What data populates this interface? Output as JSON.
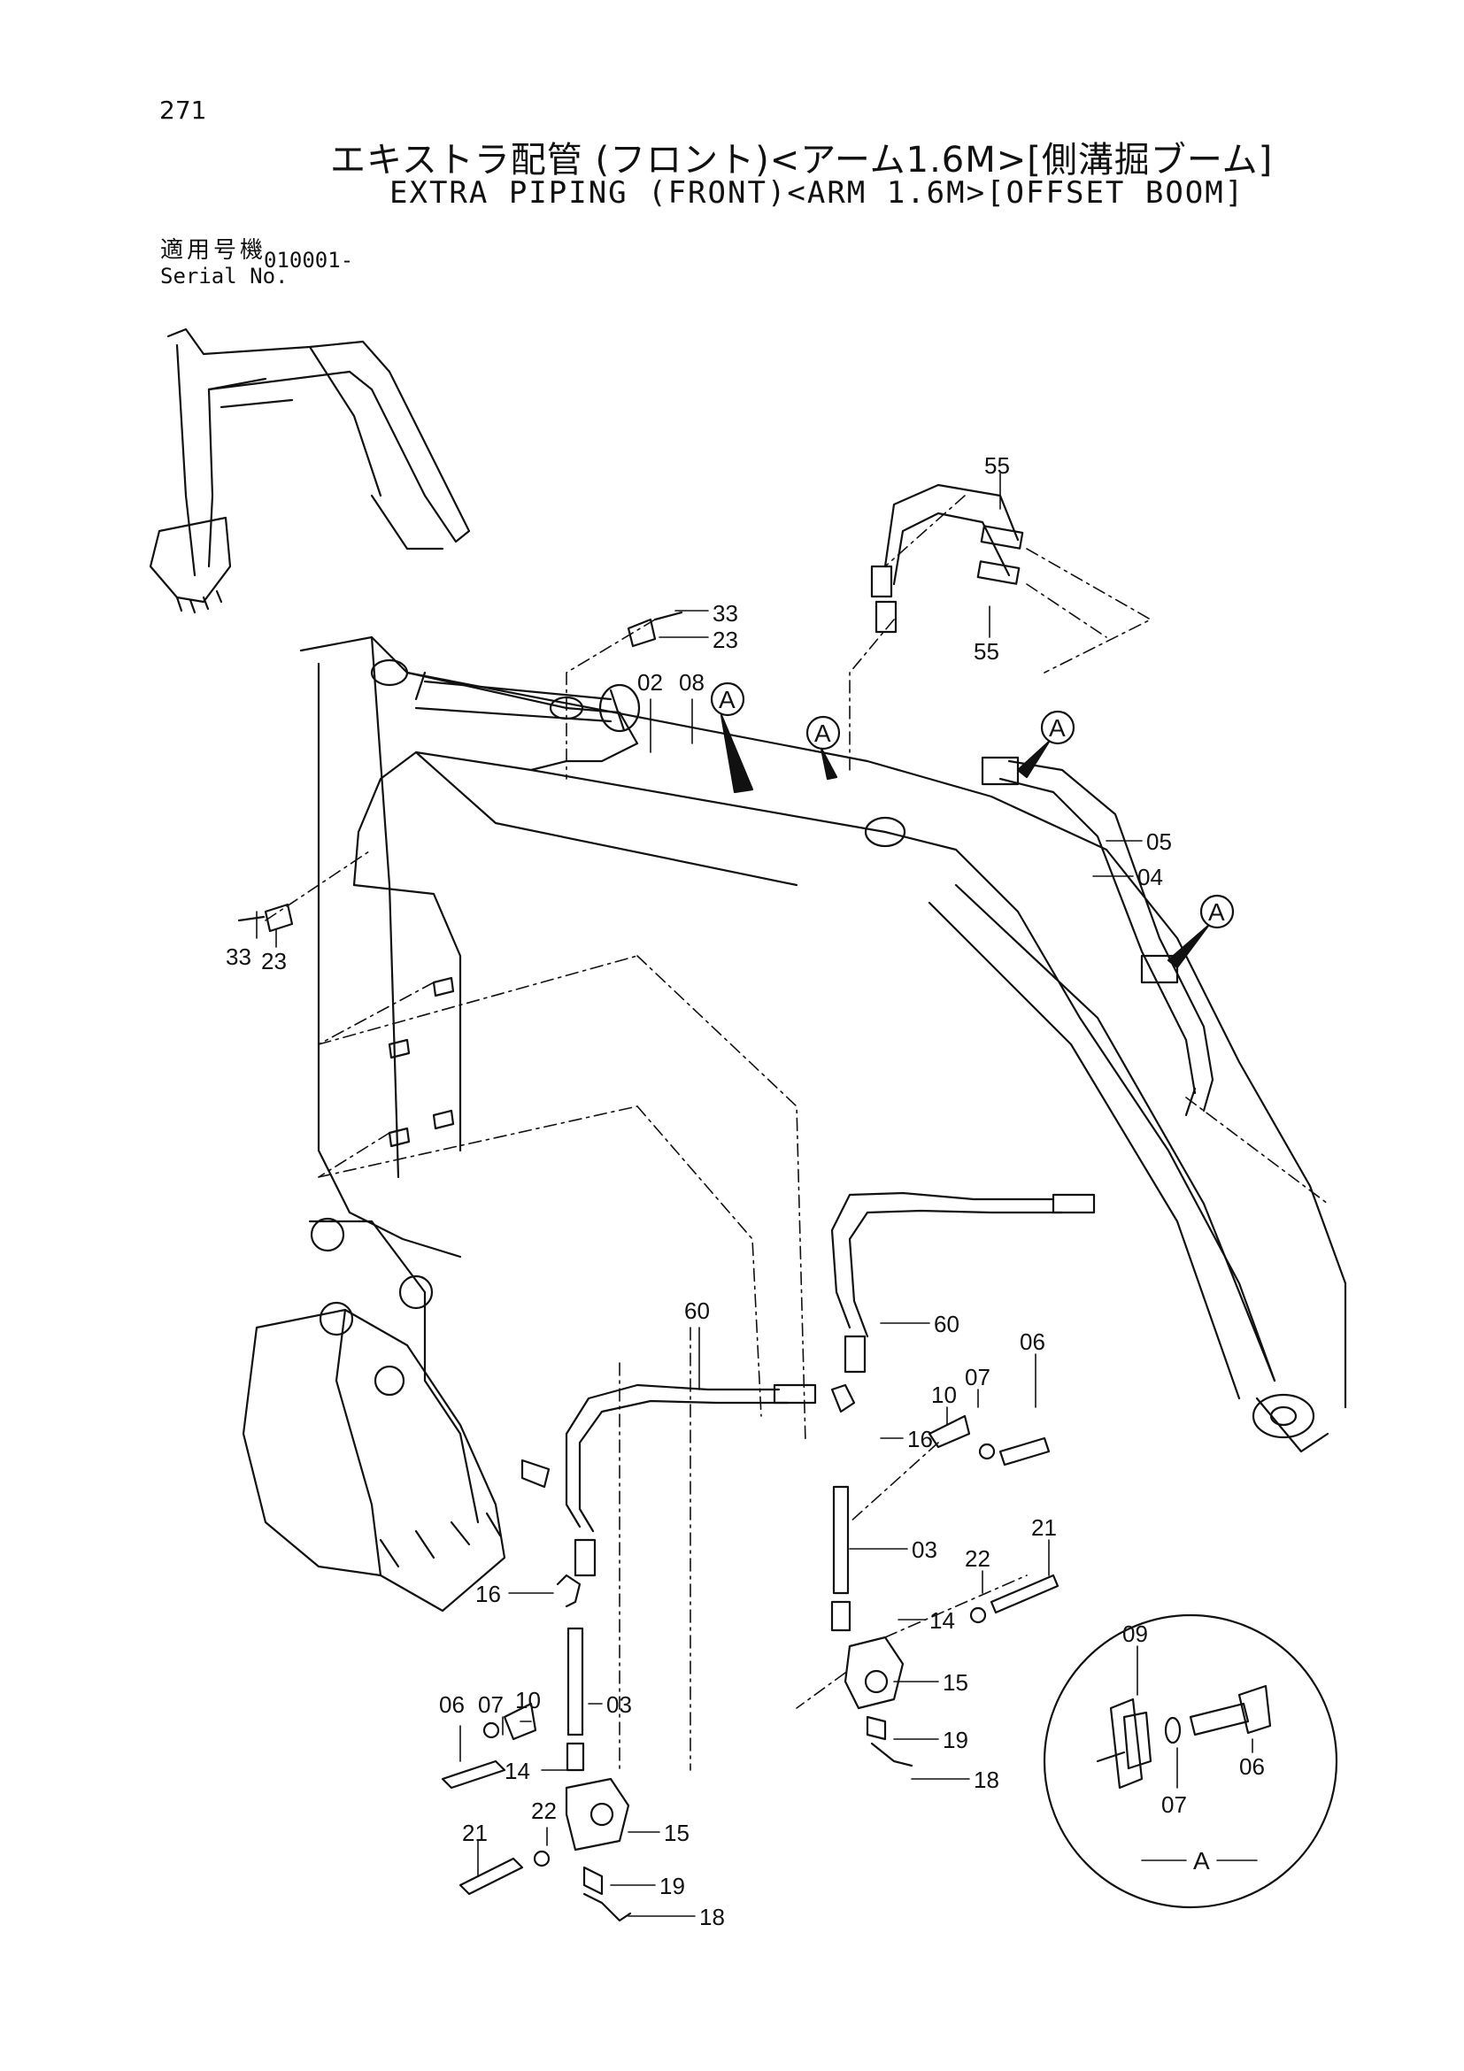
{
  "page": {
    "number": "271",
    "title_ja": "エキストラ配管 (フロント)<アーム1.6M>[側溝掘ブーム]",
    "title_en": "EXTRA PIPING (FRONT)<ARM 1.6M>[OFFSET BOOM]",
    "serial_label_ja": "適用号機",
    "serial_label_en": "Serial No.",
    "serial_value": "010001-"
  },
  "callouts": {
    "detail_view": "A"
  },
  "part_labels": {
    "p55_top": "55",
    "p55_bottom": "55",
    "p33_top": "33",
    "p23_top": "23",
    "p02": "02",
    "p08": "08",
    "p05": "05",
    "p04": "04",
    "p33_left": "33",
    "p23_left": "23",
    "p60_left": "60",
    "p60_right": "60",
    "p06_right": "06",
    "p07_right": "07",
    "p10_right": "10",
    "p16_right": "16",
    "p03_right": "03",
    "p21_right": "21",
    "p22_right": "22",
    "p14_right": "14",
    "p15_right": "15",
    "p19_right": "19",
    "p18_right": "18",
    "p16_left": "16",
    "p07_left": "07",
    "p10_left": "10",
    "p06_left": "06",
    "p03_left": "03",
    "p14_left": "14",
    "p22_left": "22",
    "p21_left": "21",
    "p15_left": "15",
    "p19_left": "19",
    "p18_left": "18",
    "p09_detail": "09",
    "p06_detail": "06",
    "p07_detail": "07",
    "detail_caption": "A"
  }
}
